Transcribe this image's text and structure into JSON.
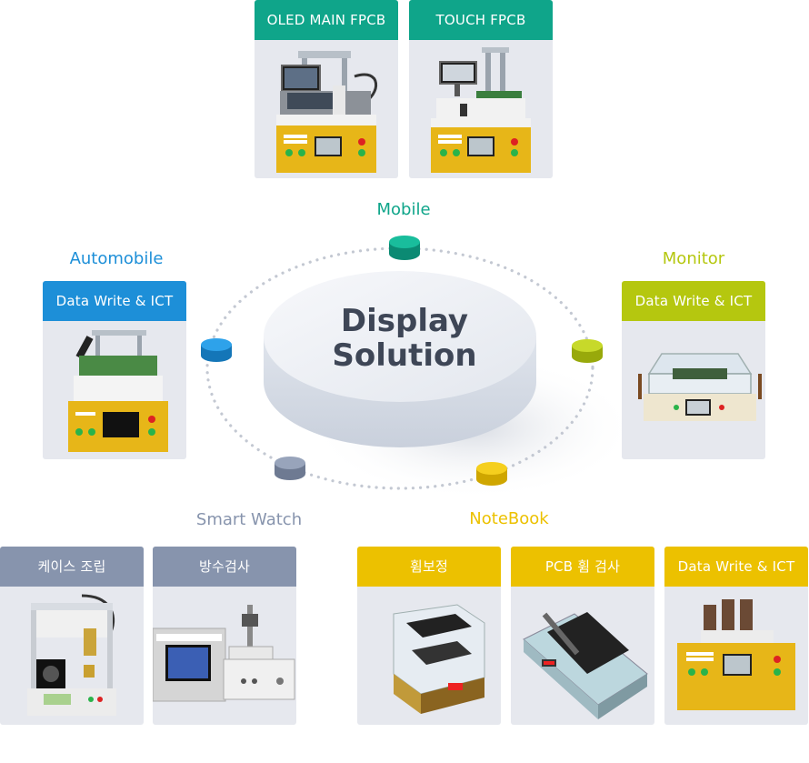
{
  "hub": {
    "line1": "Display",
    "line2": "Solution"
  },
  "categories": {
    "mobile": "Mobile",
    "automobile": "Automobile",
    "monitor": "Monitor",
    "smartwatch": "Smart Watch",
    "notebook": "NoteBook"
  },
  "cards": [
    {
      "label": "OLED MAIN FPCB"
    },
    {
      "label": "TOUCH FPCB"
    },
    {
      "label": "Data Write & ICT"
    },
    {
      "label": "Data Write & ICT"
    },
    {
      "label": "케이스 조립"
    },
    {
      "label": "방수검사"
    },
    {
      "label": "휨보정"
    },
    {
      "label": "PCB 휨 검사"
    },
    {
      "label": "Data Write & ICT"
    }
  ],
  "colors": {
    "mobile": "#0fa58a",
    "automobile": "#1d8fd8",
    "monitor": "#b5c70f",
    "smartwatch": "#8794ad",
    "notebook": "#ecc100",
    "card_bg": "#e6e8ee"
  }
}
